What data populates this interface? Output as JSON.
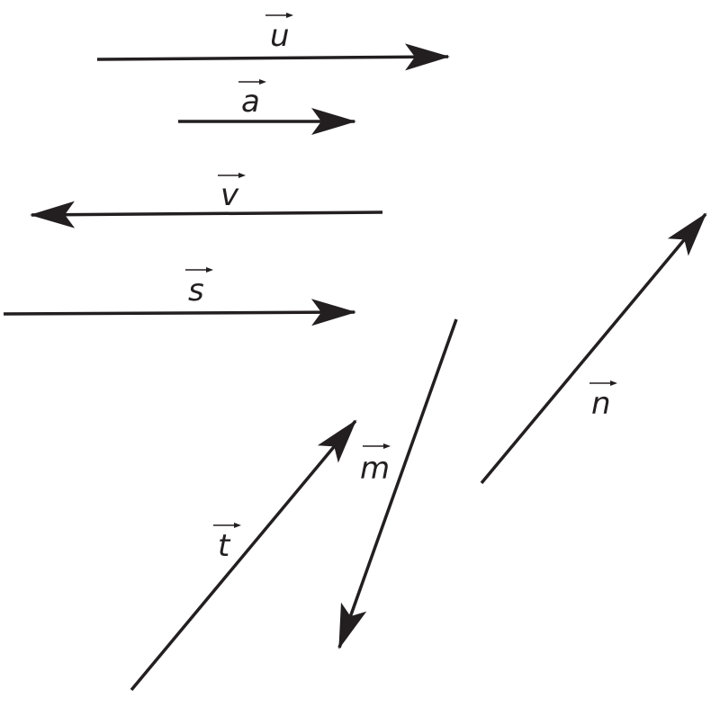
{
  "diagram": {
    "stroke_color": "#231f20",
    "background": "#ffffff",
    "vectors": [
      {
        "id": "u",
        "label": "u"
      },
      {
        "id": "a",
        "label": "a"
      },
      {
        "id": "v",
        "label": "v"
      },
      {
        "id": "s",
        "label": "s"
      },
      {
        "id": "m",
        "label": "m"
      },
      {
        "id": "n",
        "label": "n"
      },
      {
        "id": "t",
        "label": "t"
      }
    ]
  }
}
